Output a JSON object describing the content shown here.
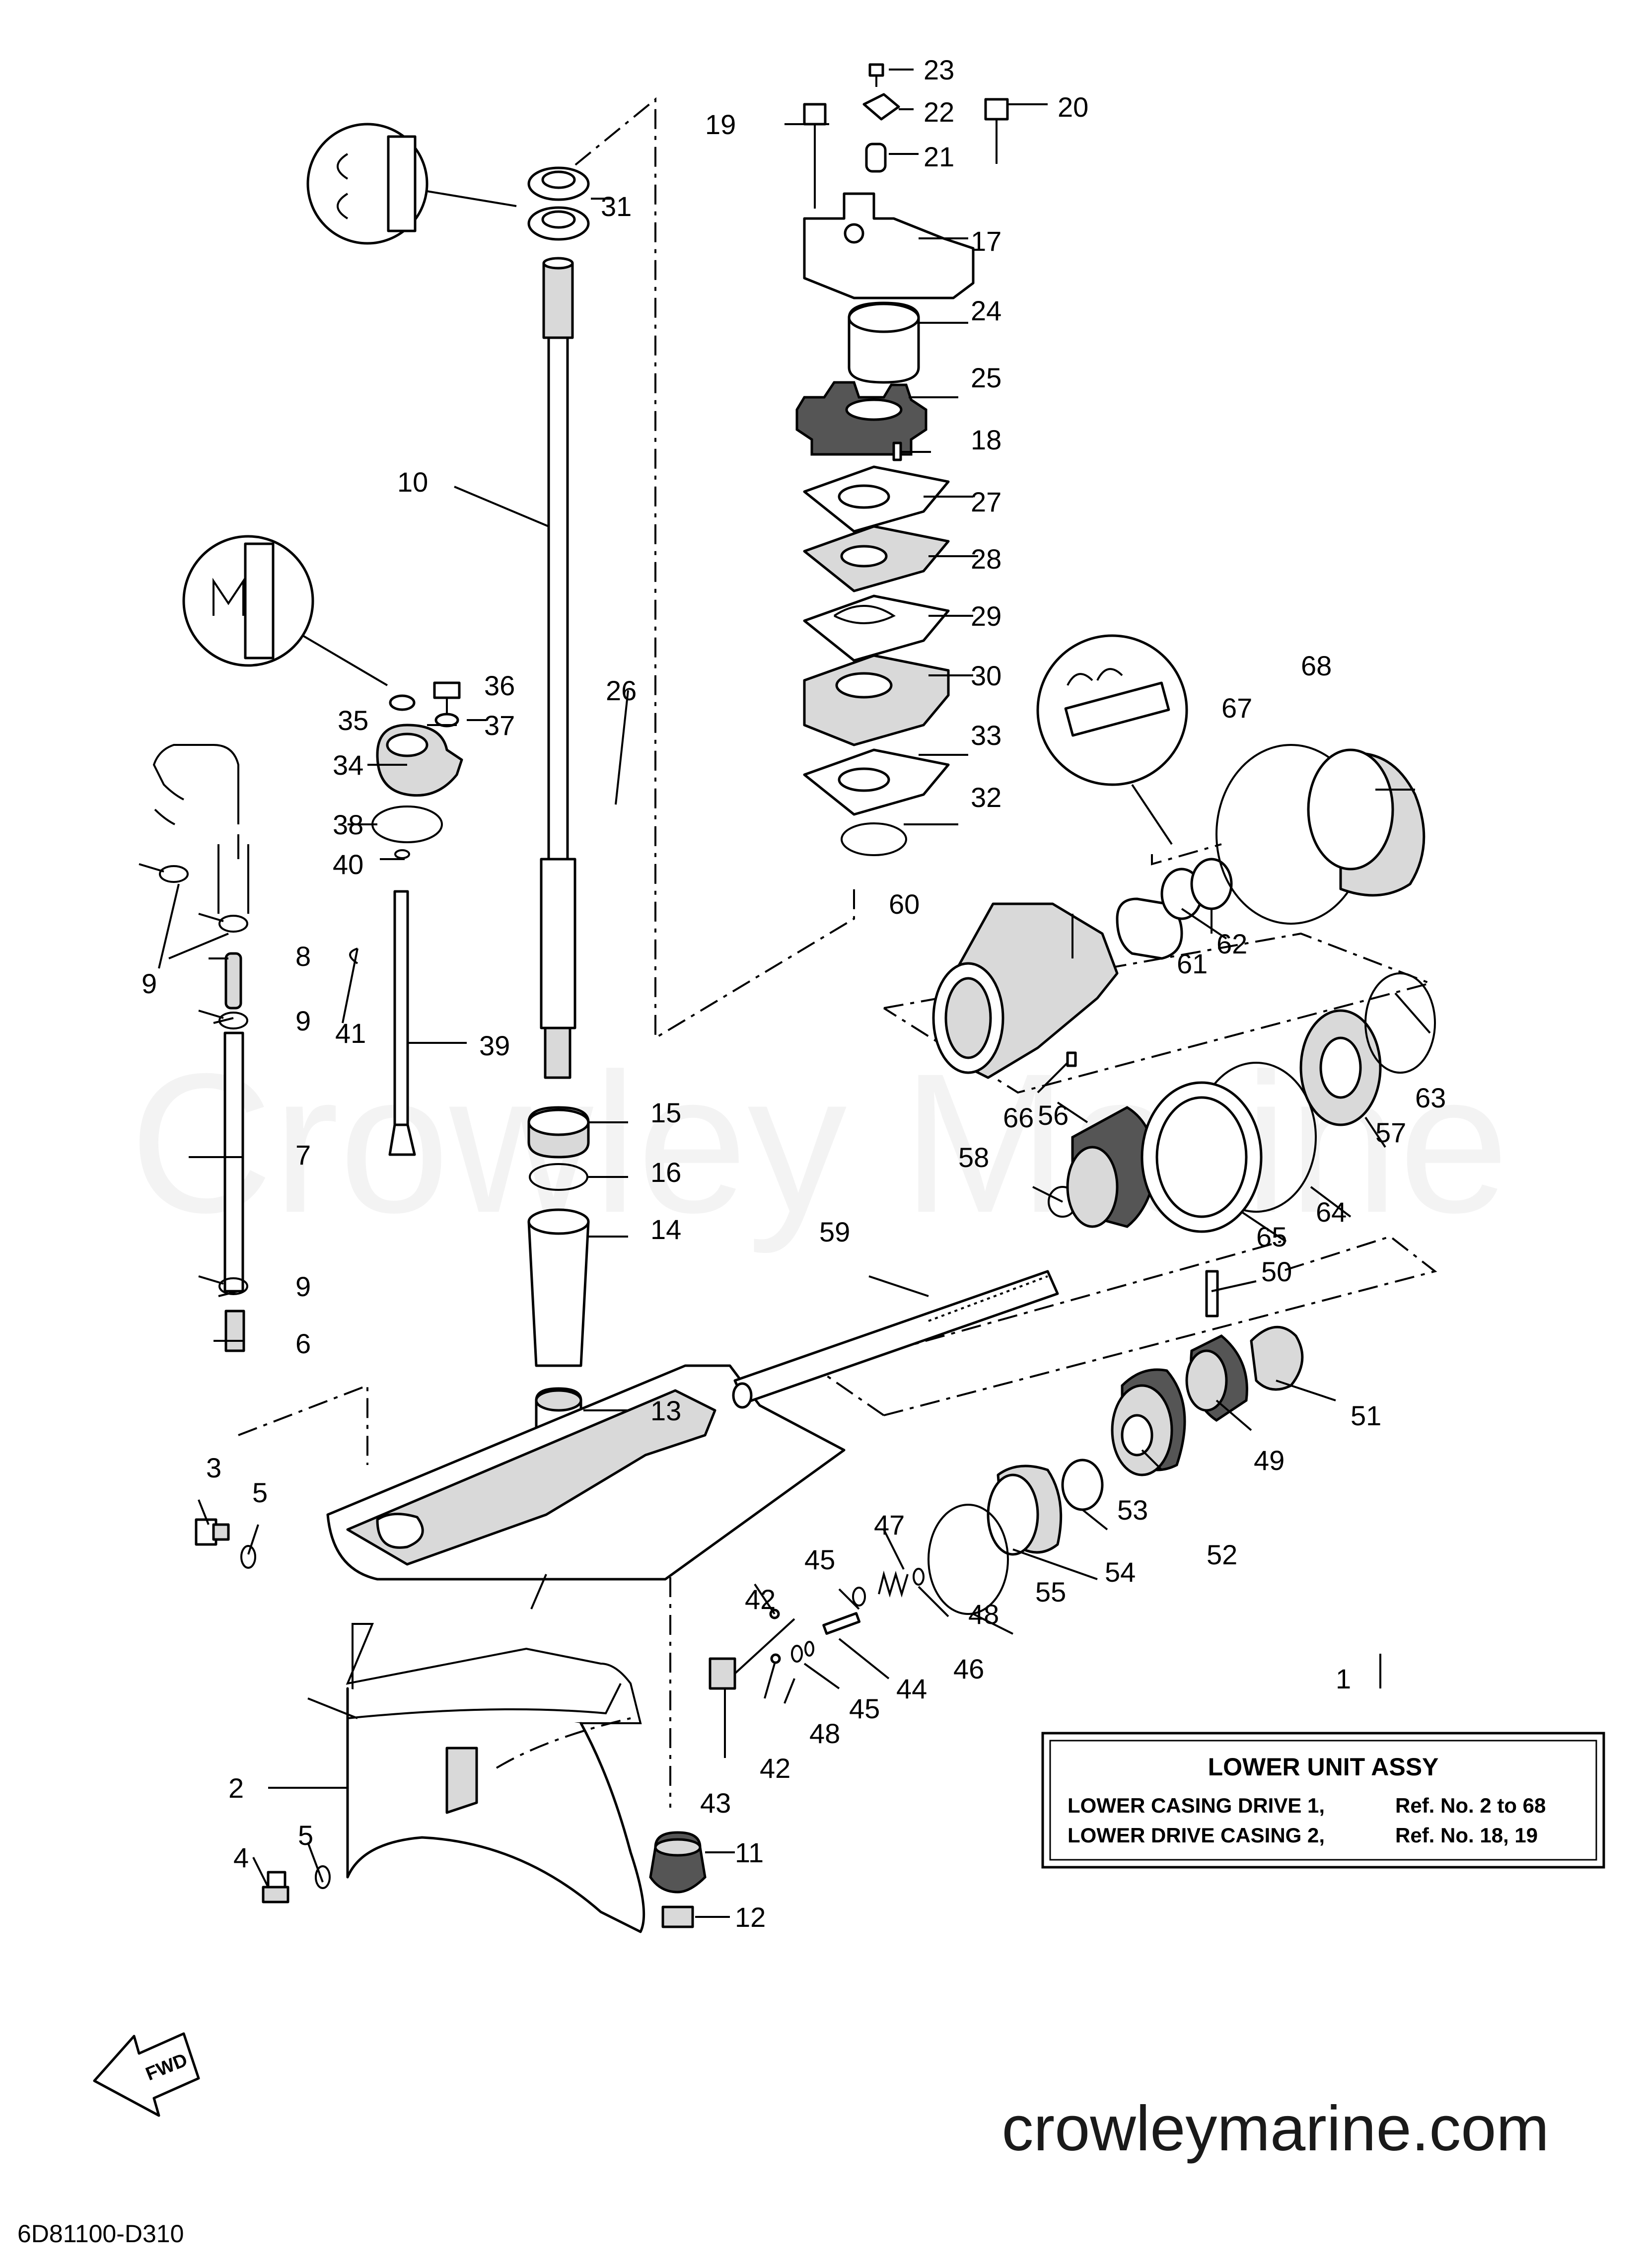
{
  "watermark": "Crowley Marine",
  "website": "crowleymarine.com",
  "diagram_code": "6D81100-D310",
  "fwd_label": "FWD",
  "assembly_table": {
    "title": "LOWER UNIT ASSY",
    "rows": [
      {
        "name": "LOWER CASING DRIVE 1,",
        "ref": "Ref. No. 2 to 68"
      },
      {
        "name": "LOWER DRIVE CASING 2,",
        "ref": "Ref. No. 18, 19"
      }
    ]
  },
  "lubricant_symbols": [
    "CC",
    "M",
    "CC"
  ],
  "callouts": [
    "23",
    "19",
    "22",
    "20",
    "21",
    "31",
    "17",
    "24",
    "25",
    "18",
    "10",
    "27",
    "28",
    "29",
    "26",
    "36",
    "30",
    "68",
    "35",
    "37",
    "33",
    "67",
    "34",
    "32",
    "38",
    "40",
    "9",
    "8",
    "60",
    "62",
    "61",
    "9",
    "41",
    "39",
    "66",
    "63",
    "15",
    "56",
    "7",
    "57",
    "16",
    "58",
    "64",
    "65",
    "14",
    "59",
    "50",
    "9",
    "6",
    "51",
    "13",
    "49",
    "3",
    "5",
    "53",
    "52",
    "47",
    "45",
    "54",
    "48",
    "42",
    "55",
    "46",
    "44",
    "45",
    "48",
    "1",
    "42",
    "2",
    "43",
    "11",
    "5",
    "4",
    "12"
  ]
}
